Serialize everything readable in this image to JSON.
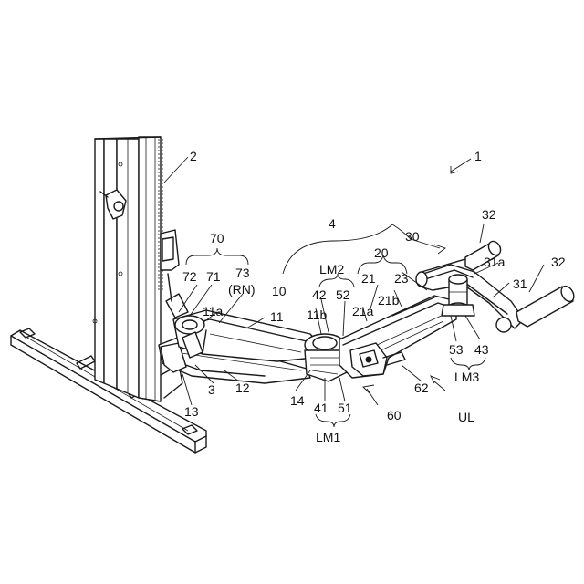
{
  "figure": {
    "labels": [
      {
        "id": "l1",
        "text": "1"
      },
      {
        "id": "l2",
        "text": "2"
      },
      {
        "id": "l3",
        "text": "3"
      },
      {
        "id": "l4",
        "text": "4"
      },
      {
        "id": "l10",
        "text": "10"
      },
      {
        "id": "l11",
        "text": "11"
      },
      {
        "id": "l11a",
        "text": "11a"
      },
      {
        "id": "l11b",
        "text": "11b"
      },
      {
        "id": "l12",
        "text": "12"
      },
      {
        "id": "l13",
        "text": "13"
      },
      {
        "id": "l14",
        "text": "14"
      },
      {
        "id": "l20",
        "text": "20"
      },
      {
        "id": "l21",
        "text": "21"
      },
      {
        "id": "l21a",
        "text": "21a"
      },
      {
        "id": "l21b",
        "text": "21b"
      },
      {
        "id": "l23",
        "text": "23"
      },
      {
        "id": "l30",
        "text": "30"
      },
      {
        "id": "l31",
        "text": "31"
      },
      {
        "id": "l31a",
        "text": "31a"
      },
      {
        "id": "l32a",
        "text": "32"
      },
      {
        "id": "l32b",
        "text": "32"
      },
      {
        "id": "l41",
        "text": "41"
      },
      {
        "id": "l42",
        "text": "42"
      },
      {
        "id": "l43",
        "text": "43"
      },
      {
        "id": "l51",
        "text": "51"
      },
      {
        "id": "l52",
        "text": "52"
      },
      {
        "id": "l53",
        "text": "53"
      },
      {
        "id": "l60",
        "text": "60"
      },
      {
        "id": "l62",
        "text": "62"
      },
      {
        "id": "l70",
        "text": "70"
      },
      {
        "id": "l71",
        "text": "71"
      },
      {
        "id": "l72",
        "text": "72"
      },
      {
        "id": "l73",
        "text": "73"
      },
      {
        "id": "lRN",
        "text": "(RN)"
      },
      {
        "id": "lLM1",
        "text": "LM1"
      },
      {
        "id": "lLM2",
        "text": "LM2"
      },
      {
        "id": "lLM3",
        "text": "LM3"
      },
      {
        "id": "lUL",
        "text": "UL"
      }
    ]
  }
}
